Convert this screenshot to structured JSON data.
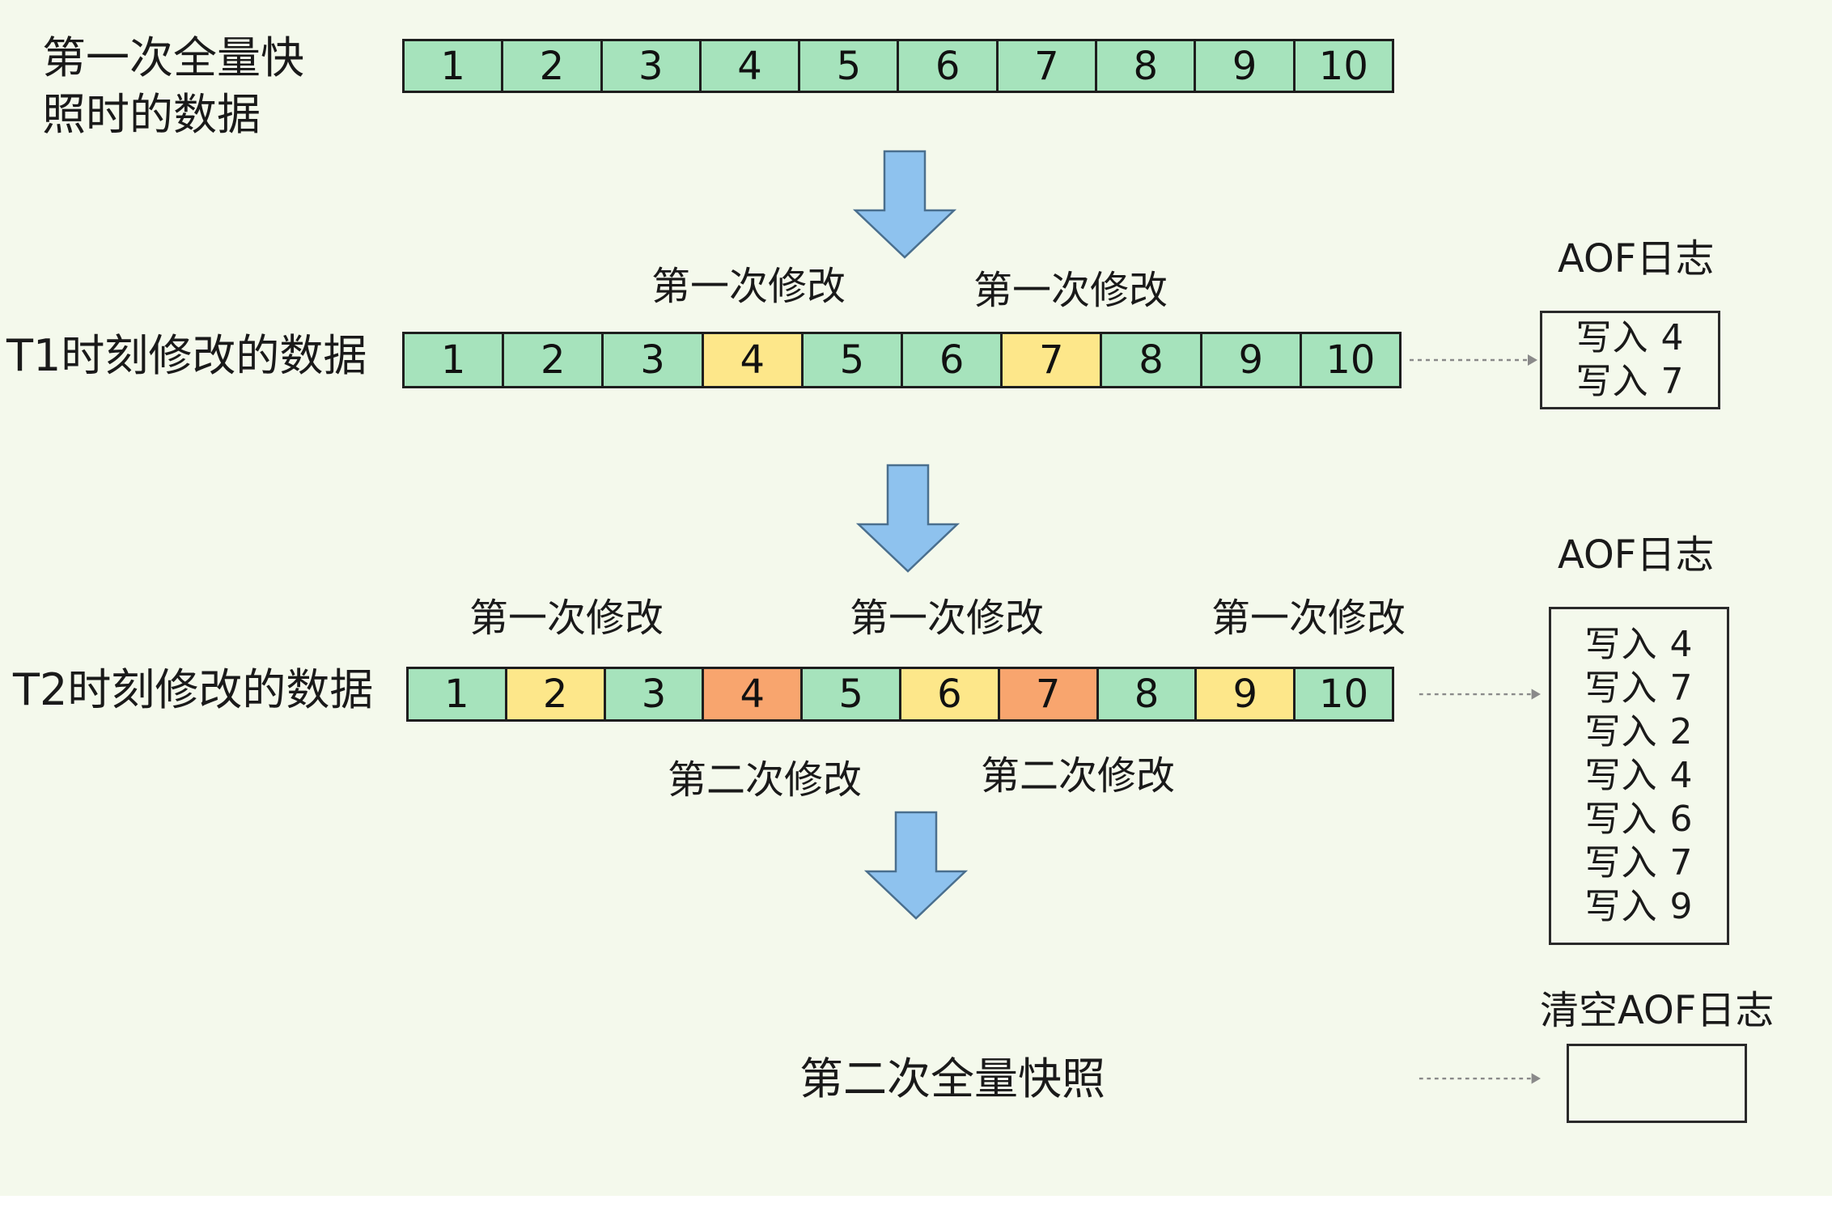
{
  "colors": {
    "background": "#f4f9ec",
    "unmodified": "#a6e3bc",
    "first_modification": "#fde78a",
    "second_modification": "#f8a56e",
    "arrow_fill": "#8ec2ee",
    "arrow_stroke": "#4a6f8e"
  },
  "icons": {
    "flow_arrow": "down-arrow-icon",
    "log_pointer": "dotted-right-arrow-icon"
  },
  "snapshot1": {
    "label_line1": "第一次全量快",
    "label_line2": "照时的数据",
    "cells": [
      {
        "value": "1",
        "state": "unmodified"
      },
      {
        "value": "2",
        "state": "unmodified"
      },
      {
        "value": "3",
        "state": "unmodified"
      },
      {
        "value": "4",
        "state": "unmodified"
      },
      {
        "value": "5",
        "state": "unmodified"
      },
      {
        "value": "6",
        "state": "unmodified"
      },
      {
        "value": "7",
        "state": "unmodified"
      },
      {
        "value": "8",
        "state": "unmodified"
      },
      {
        "value": "9",
        "state": "unmodified"
      },
      {
        "value": "10",
        "state": "unmodified"
      }
    ]
  },
  "t1": {
    "label": "T1时刻修改的数据",
    "mod_labels": [
      "第一次修改",
      "第一次修改"
    ],
    "cells": [
      {
        "value": "1",
        "state": "unmodified"
      },
      {
        "value": "2",
        "state": "unmodified"
      },
      {
        "value": "3",
        "state": "unmodified"
      },
      {
        "value": "4",
        "state": "first_modification"
      },
      {
        "value": "5",
        "state": "unmodified"
      },
      {
        "value": "6",
        "state": "unmodified"
      },
      {
        "value": "7",
        "state": "first_modification"
      },
      {
        "value": "8",
        "state": "unmodified"
      },
      {
        "value": "9",
        "state": "unmodified"
      },
      {
        "value": "10",
        "state": "unmodified"
      }
    ],
    "aof": {
      "title": "AOF日志",
      "entries": [
        "写入 4",
        "写入 7"
      ]
    }
  },
  "t2": {
    "label": "T2时刻修改的数据",
    "first_mod_labels": [
      "第一次修改",
      "第一次修改",
      "第一次修改"
    ],
    "second_mod_labels": [
      "第二次修改",
      "第二次修改"
    ],
    "cells": [
      {
        "value": "1",
        "state": "unmodified"
      },
      {
        "value": "2",
        "state": "first_modification"
      },
      {
        "value": "3",
        "state": "unmodified"
      },
      {
        "value": "4",
        "state": "second_modification"
      },
      {
        "value": "5",
        "state": "unmodified"
      },
      {
        "value": "6",
        "state": "first_modification"
      },
      {
        "value": "7",
        "state": "second_modification"
      },
      {
        "value": "8",
        "state": "unmodified"
      },
      {
        "value": "9",
        "state": "first_modification"
      },
      {
        "value": "10",
        "state": "unmodified"
      }
    ],
    "aof": {
      "title": "AOF日志",
      "entries": [
        "写入 4",
        "写入 7",
        "写入 2",
        "写入 4",
        "写入 6",
        "写入 7",
        "写入 9"
      ]
    }
  },
  "snapshot2": {
    "label": "第二次全量快照",
    "aof_title": "清空AOF日志"
  }
}
